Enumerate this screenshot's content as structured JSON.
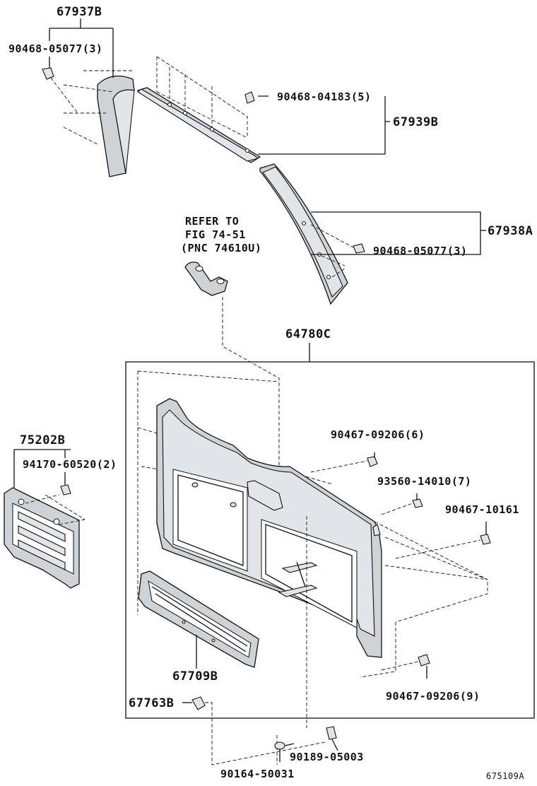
{
  "labels": {
    "p67937B": "67937B",
    "p90468_05077_a": "90468-05077(3)",
    "p90468_04183": "90468-04183(5)",
    "p67939B": "67939B",
    "p67938A": "67938A",
    "p90468_05077_b": "90468-05077(3)",
    "refer1": "REFER TO",
    "refer2": "FIG 74-51",
    "refer3": "(PNC 74610U)",
    "p64780C": "64780C",
    "p75202B": "75202B",
    "p94170": "94170-60520(2)",
    "p90467_09206_a": "90467-09206(6)",
    "p93560": "93560-14010(7)",
    "p90467_10161": "90467-10161",
    "p67709B": "67709B",
    "p90467_09206_b": "90467-09206(9)",
    "p67763B": "67763B",
    "p90189": "90189-05003",
    "p90164": "90164-50031",
    "figure_id": "675109A"
  }
}
